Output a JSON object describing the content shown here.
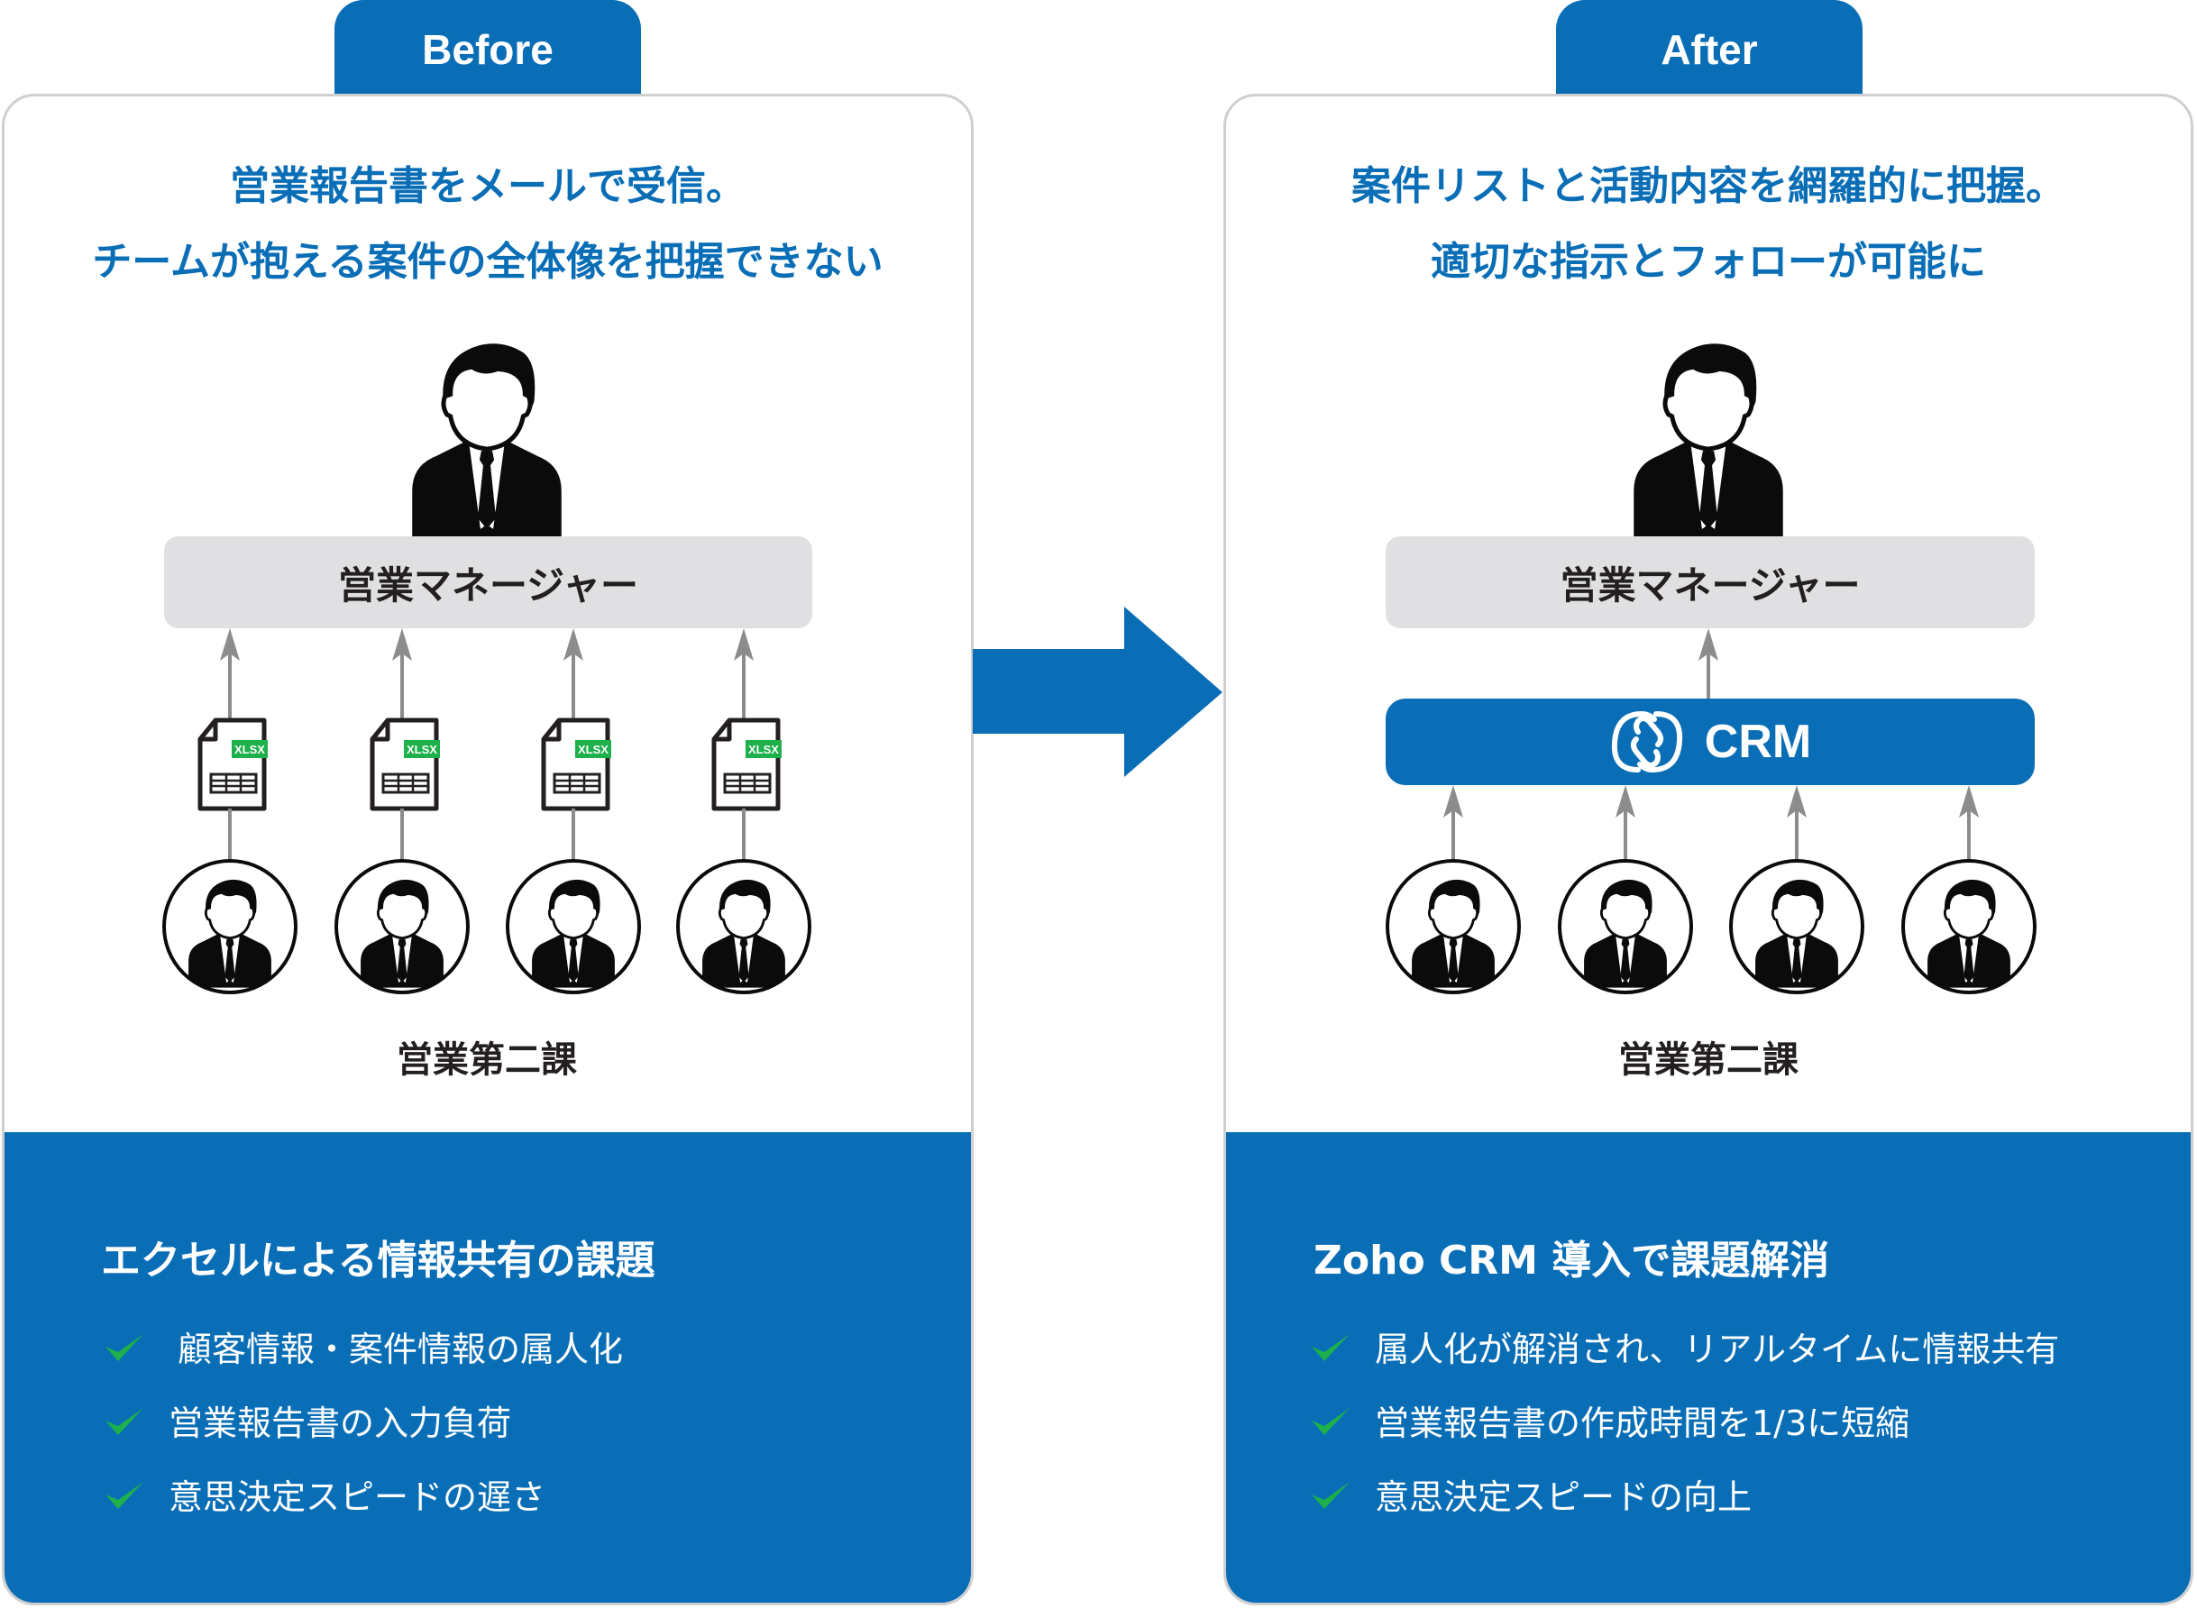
{
  "colors": {
    "brand_blue": "#0A6EB7",
    "panel_border": "#CFCFCF",
    "manager_box": "#E0E0E2",
    "arrow_gray": "#8C8C8C",
    "check_green": "#1DB04B",
    "xlsx_green": "#1DB04B",
    "figure_black": "#231F20"
  },
  "center_arrow": {
    "icon": "right-arrow-icon"
  },
  "before": {
    "tab_label": "Before",
    "headline": [
      "営業報告書をメールで受信。",
      "チームが抱える案件の全体像を把握できない"
    ],
    "manager_label": "営業マネージャー",
    "file_badge": "XLSX",
    "members": [
      {
        "icon": "person-avatar-icon",
        "file": "xlsx-file-icon"
      },
      {
        "icon": "person-avatar-icon",
        "file": "xlsx-file-icon"
      },
      {
        "icon": "person-avatar-icon",
        "file": "xlsx-file-icon"
      },
      {
        "icon": "person-avatar-icon",
        "file": "xlsx-file-icon"
      }
    ],
    "team_label": "営業第二課",
    "summary_title": "エクセルによる情報共有の課題",
    "summary_items": [
      "顧客情報・案件情報の属人化",
      "営業報告書の入力負荷",
      "意思決定スピードの遅さ"
    ]
  },
  "after": {
    "tab_label": "After",
    "headline": [
      "案件リストと活動内容を網羅的に把握。",
      "適切な指示とフォローが可能に"
    ],
    "manager_label": "営業マネージャー",
    "crm_label": "CRM",
    "crm_icon": "zoho-crm-logo-icon",
    "members": [
      {
        "icon": "person-avatar-icon"
      },
      {
        "icon": "person-avatar-icon"
      },
      {
        "icon": "person-avatar-icon"
      },
      {
        "icon": "person-avatar-icon"
      }
    ],
    "team_label": "営業第二課",
    "summary_title": "Zoho CRM 導入で課題解消",
    "summary_items": [
      "属人化が解消され、リアルタイムに情報共有",
      "営業報告書の作成時間を1/3に短縮",
      "意思決定スピードの向上"
    ]
  }
}
